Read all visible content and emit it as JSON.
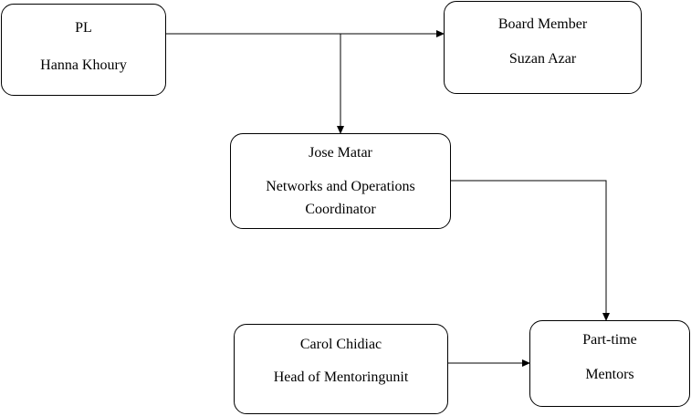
{
  "nodes": {
    "pl": {
      "role": "PL",
      "name": "Hanna Khoury"
    },
    "board": {
      "role": "Board Member",
      "name": "Suzan Azar"
    },
    "jose": {
      "name": "Jose Matar",
      "title_line1": "Networks and Operations",
      "title_line2": "Coordinator"
    },
    "carol": {
      "name": "Carol Chidiac",
      "title": "Head of Mentoringunit"
    },
    "parttime": {
      "line1": "Part-time",
      "line2": "Mentors"
    }
  },
  "edges": [
    {
      "from": "PL",
      "to": "Board Member"
    },
    {
      "from": "PL",
      "to": "Jose Matar"
    },
    {
      "from": "Jose Matar",
      "to": "Part-time Mentors"
    },
    {
      "from": "Carol Chidiac",
      "to": "Part-time Mentors"
    }
  ]
}
